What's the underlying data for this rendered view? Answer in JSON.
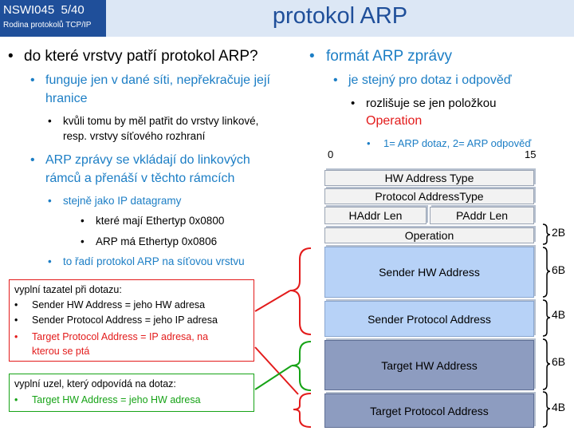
{
  "header": {
    "course_code": "NSWI045",
    "page": "5/40",
    "subtitle": "Rodina protokolů TCP/IP",
    "title": "protokol ARP"
  },
  "left": {
    "bullet_main": "do které vrstvy patří protokol ARP?",
    "l2_a_line1": "funguje jen v dané síti, nepřekračuje její",
    "l2_a_line2": "hranice",
    "l3_a_line1": "kvůli tomu by měl patřit do vrstvy linkové,",
    "l3_a_line2": "resp. vrstvy síťového rozhraní",
    "l2_b_line1": "ARP zprávy se vkládají do linkových",
    "l2_b_line2": "rámců a přenáší v těchto rámcích",
    "l3_b": "stejně jako IP datagramy",
    "l4_a": "které mají Ethertyp 0x0800",
    "l4_b": "ARP má  Ethertyp 0x0806",
    "l3_c": "to řadí protokol ARP na síťovou vrstvu"
  },
  "right": {
    "bullet_main": "formát ARP zprávy",
    "l2": "je stejný pro dotaz i odpověď",
    "l3_line1": "rozlišuje se jen položkou",
    "l3_line2": "Operation",
    "l4": "1= ARP dotaz, 2= ARP odpověď"
  },
  "diagram": {
    "bit_start": "0",
    "bit_end": "15",
    "fields": {
      "hw_type": "HW Address  Type",
      "proto_type": "Protocol AddressType",
      "haddr_len": "HAddr  Len",
      "paddr_len": "PAddr  Len",
      "operation": "Operation",
      "sender_hw": "Sender  HW Address",
      "sender_proto": "Sender  Protocol  Address",
      "target_hw": "Target HW Address",
      "target_proto": "Target Protocol Address"
    },
    "sizes": {
      "operation": "2B",
      "sender_hw": "6B",
      "sender_proto": "4B",
      "target_hw": "6B",
      "target_proto": "4B"
    }
  },
  "request_box": {
    "heading": "vyplní tazatel při dotazu:",
    "item1": "Sender HW Address = jeho HW adresa",
    "item2": "Sender Protocol  Address = jeho IP adresa",
    "item3_line1": "Target Protocol  Address = IP adresa, na",
    "item3_line2": "kterou se ptá"
  },
  "reply_box": {
    "heading": "vyplní uzel, který odpovídá na dotaz:",
    "item1": "Target HW Address = jeho HW adresa"
  },
  "colors": {
    "header_blue": "#1f4f9a",
    "level2_blue": "#1c7ec5",
    "red": "#e31b1b",
    "green": "#17a317",
    "sender_fill": "#b7d2f7",
    "target_fill": "#8d9cc0"
  }
}
